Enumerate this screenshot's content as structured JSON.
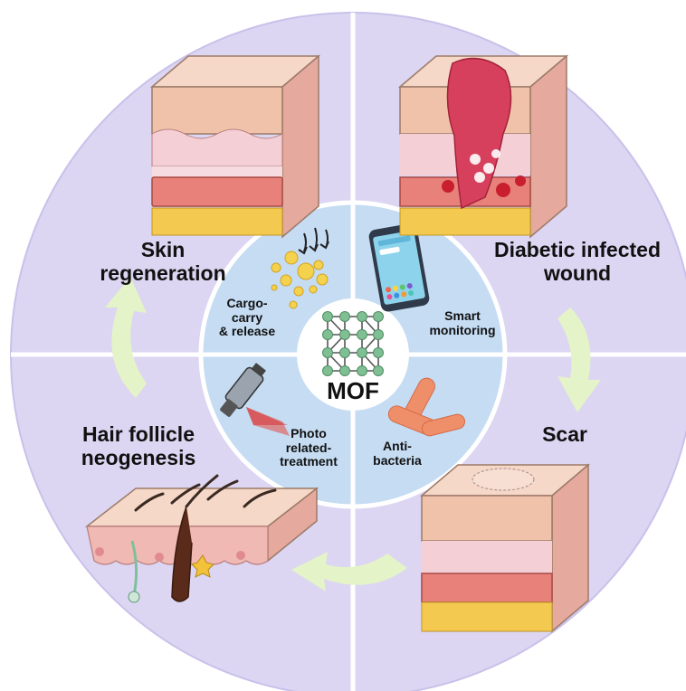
{
  "center": {
    "title": "MOF"
  },
  "stages": [
    {
      "id": "skin-regeneration",
      "lines": [
        "Skin",
        "regeneration"
      ]
    },
    {
      "id": "diabetic-infected-wound",
      "lines": [
        "Diabetic infected",
        "wound"
      ]
    },
    {
      "id": "scar",
      "lines": [
        "Scar"
      ]
    },
    {
      "id": "hair-follicle-neogenesis",
      "lines": [
        "Hair follicle",
        "neogenesis"
      ]
    }
  ],
  "functions": [
    {
      "id": "cargo-carry-release",
      "lines": [
        "Cargo-",
        "carry",
        "& release"
      ]
    },
    {
      "id": "smart-monitoring",
      "lines": [
        "Smart",
        "monitoring"
      ]
    },
    {
      "id": "photo-related-treatment",
      "lines": [
        "Photo",
        "related-",
        "treatment"
      ]
    },
    {
      "id": "anti-bacteria",
      "lines": [
        "Anti-",
        "bacteria"
      ]
    }
  ],
  "colors": {
    "outer_ring": "#dcd6f2",
    "inner_circle": "#c5dcf3",
    "divider": "#ffffff",
    "arrow": "#e4f3c8",
    "skin_surface": "#f0c7b0",
    "dermis": "#f4d0d6",
    "vessel": "#e8817a",
    "fat": "#f4c94f",
    "wound": "#d7405c",
    "bacteria": "#ef8f6a",
    "mof_node": "#7fbf93"
  },
  "icons": [
    "skin-block-icon",
    "wound-block-icon",
    "scar-block-icon",
    "hair-follicle-icon",
    "bubbles-icon",
    "smartphone-icon",
    "laser-icon",
    "bacteria-icon",
    "mof-lattice-icon"
  ]
}
